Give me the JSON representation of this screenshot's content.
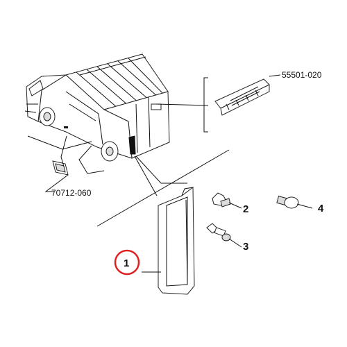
{
  "parts": {
    "third_brake_light_code": "55501-020",
    "side_repeater_code": "70712-060",
    "callouts": [
      "1",
      "2",
      "3",
      "4"
    ]
  },
  "highlight_color": "#e02020"
}
